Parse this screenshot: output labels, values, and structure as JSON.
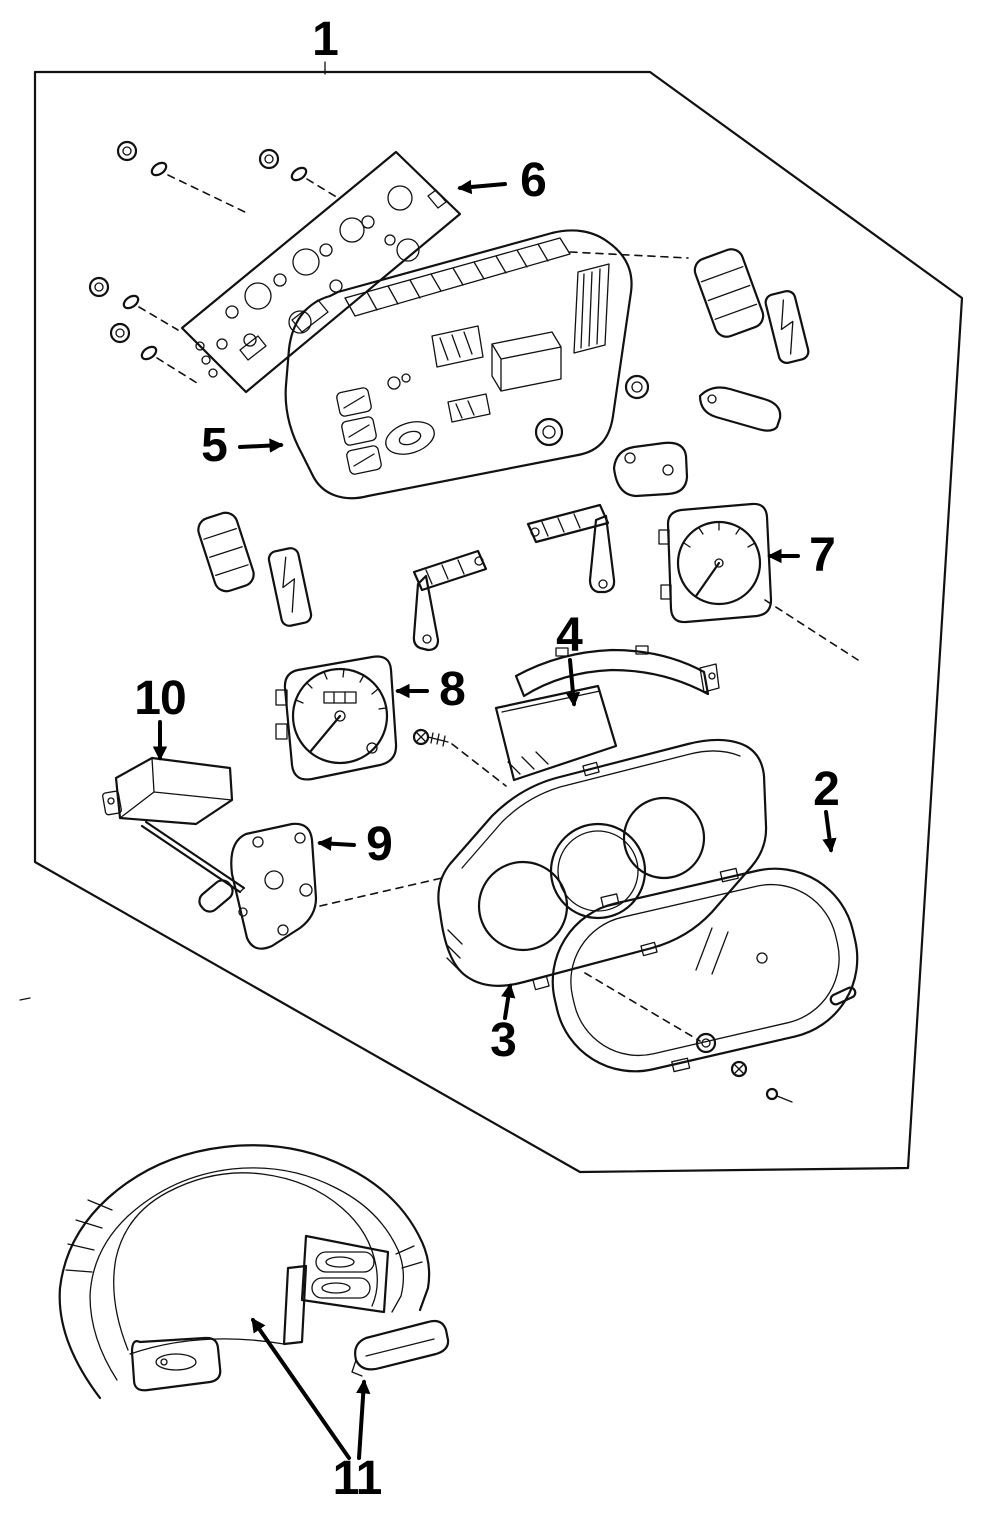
{
  "colors": {
    "ink": "#111111",
    "background": "#ffffff"
  },
  "labels": {
    "p1": "1",
    "p2": "2",
    "p3": "3",
    "p4": "4",
    "p5": "5",
    "p6": "6",
    "p7": "7",
    "p8": "8",
    "p9": "9",
    "p10": "10",
    "p11": "11"
  }
}
